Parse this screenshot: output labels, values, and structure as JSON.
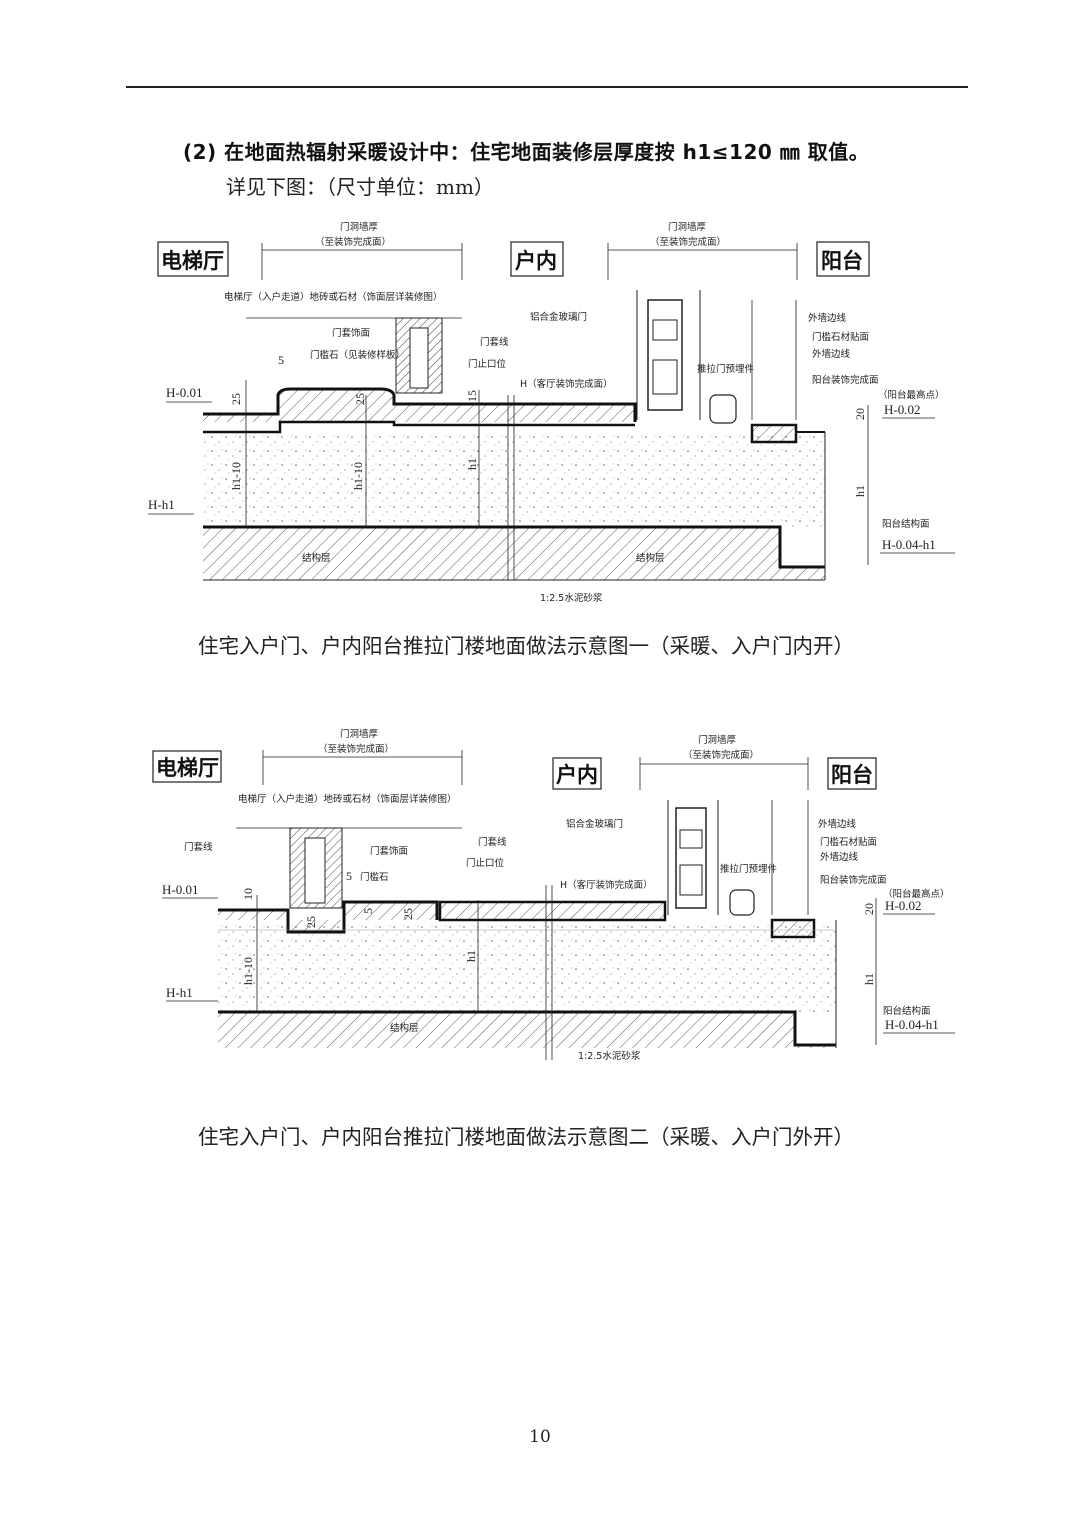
{
  "header": {
    "title": "(2) 在地面热辐射采暖设计中：住宅地面装修层厚度按 h1≤120 ㎜ 取值。",
    "subline": "详见下图：（尺寸单位：mm）"
  },
  "figure1": {
    "zones": {
      "left": "电梯厅",
      "mid": "户内",
      "right": "阳台"
    },
    "dim_top_left": {
      "line1": "门洞墙厚",
      "line2": "（至装饰完成面）"
    },
    "dim_top_right": {
      "line1": "门洞墙厚",
      "line2": "（至装饰完成面）"
    },
    "notes": {
      "corridor": "电梯厅（入户走道）地砖或石材（饰面层详装修图）",
      "door_cover": "门套饰面",
      "door_sill_stone": "门槛石（见装修样板）",
      "door_trim": "门套线",
      "door_stop": "门止口位",
      "alu_door": "铝合金玻璃门",
      "living_floor": "H（客厅装饰完成面）",
      "slide_rail": "推拉门预埋件",
      "ext_wall_edge": "外墙边线",
      "sill_stone_face": "门槛石材贴面",
      "ext_wall_edge2": "外墙边线",
      "balcony_finish": "阳台装饰完成面",
      "balcony_high": "（阳台最高点）",
      "balcony_struct": "阳台结构面",
      "structure": "结构层",
      "structure2": "结构层",
      "mortar": "1:2.5水泥砂浆"
    },
    "dims": {
      "d5": "5",
      "d25a": "25",
      "d25b": "25",
      "d15": "15",
      "d20": "20",
      "h1_10a": "h1-10",
      "h1_10b": "h1-10",
      "h1a": "h1",
      "h1b": "h1"
    },
    "elevations": {
      "e1": "H-0.01",
      "e2": "H-h1",
      "e3": "H-0.02",
      "e4": "H-0.04-h1"
    },
    "caption": "住宅入户门、户内阳台推拉门楼地面做法示意图一（采暖、入户门内开）"
  },
  "figure2": {
    "zones": {
      "left": "电梯厅",
      "mid": "户内",
      "right": "阳台"
    },
    "dim_top_left": {
      "line1": "门洞墙厚",
      "line2": "（至装饰完成面）"
    },
    "dim_top_right": {
      "line1": "门洞墙厚",
      "line2": "（至装饰完成面）"
    },
    "notes": {
      "corridor": "电梯厅（入户走道）地砖或石材（饰面层详装修图）",
      "door_trim_left": "门套线",
      "door_cover": "门套饰面",
      "door_sill_stone": "门槛石",
      "door_trim": "门套线",
      "door_stop": "门止口位",
      "alu_door": "铝合金玻璃门",
      "living_floor": "H（客厅装饰完成面）",
      "slide_rail": "推拉门预埋件",
      "ext_wall_edge": "外墙边线",
      "sill_stone_face": "门槛石材贴面",
      "ext_wall_edge2": "外墙边线",
      "balcony_finish": "阳台装饰完成面",
      "balcony_high": "（阳台最高点）",
      "balcony_struct": "阳台结构面",
      "structure": "结构层",
      "mortar": "1:2.5水泥砂浆"
    },
    "dims": {
      "d10": "10",
      "d25a": "25",
      "d5a": "5",
      "d5b": "5",
      "d25b": "25",
      "d20": "20",
      "h1_10": "h1-10",
      "h1a": "h1",
      "h1b": "h1"
    },
    "elevations": {
      "e1": "H-0.01",
      "e2": "H-h1",
      "e3": "H-0.02",
      "e4": "H-0.04-h1"
    },
    "caption": "住宅入户门、户内阳台推拉门楼地面做法示意图二（采暖、入户门外开）"
  },
  "page_number": "10"
}
